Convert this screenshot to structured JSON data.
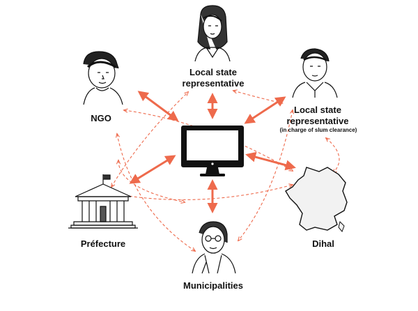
{
  "colors": {
    "accent": "#ee6a4c",
    "ink": "#111111",
    "screen": "#111111"
  },
  "nodes": {
    "ngo": {
      "label": "NGO",
      "icon": "person-sketch-icon"
    },
    "local_state_1": {
      "label": "Local state representative",
      "icon": "person-sketch-icon"
    },
    "local_state_2": {
      "label": "Local state representative",
      "note": "(in charge of slum clearance)",
      "icon": "person-sketch-icon"
    },
    "prefecture": {
      "label": "Préfecture",
      "icon": "building-sketch-icon"
    },
    "dihal": {
      "label": "Dihal",
      "icon": "france-map-icon"
    },
    "municipalities": {
      "label": "Municipalities",
      "icon": "person-sketch-icon"
    },
    "center": {
      "icon": "computer-monitor-icon"
    }
  }
}
